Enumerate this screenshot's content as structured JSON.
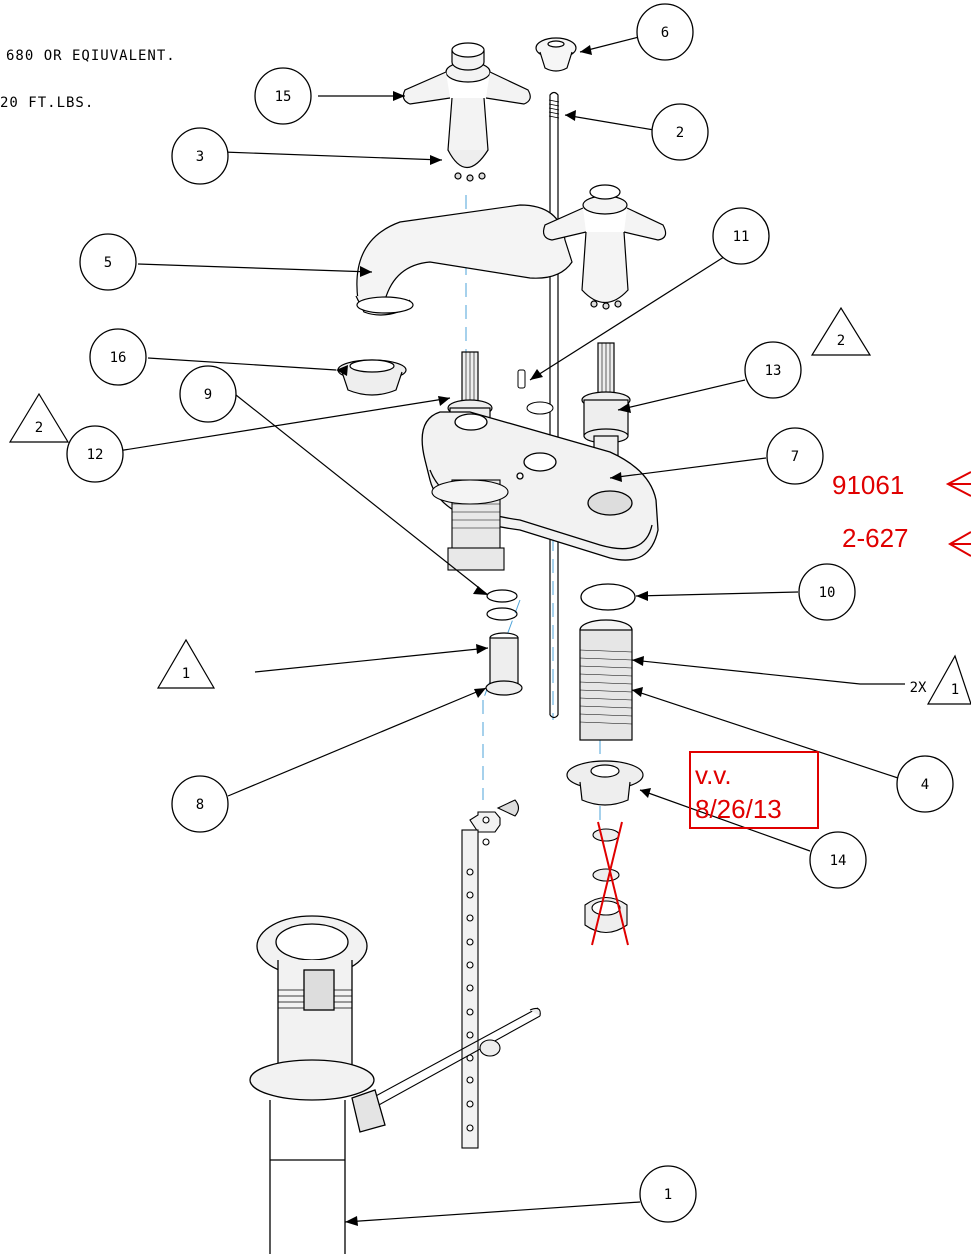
{
  "notes": {
    "line1": "680 OR EQIUVALENT.",
    "line2": "20 FT.LBS."
  },
  "balloons": {
    "b15": "15",
    "b6": "6",
    "b2": "2",
    "b3": "3",
    "b5": "5",
    "b11": "11",
    "b16": "16",
    "b13": "13",
    "b12": "12",
    "b7": "7",
    "b9": "9",
    "b10": "10",
    "b8": "8",
    "b4": "4",
    "b14": "14",
    "b1": "1"
  },
  "revision_triangles": {
    "t_right": "2",
    "t_left": "2",
    "t_mid": "1",
    "t_2x": "1",
    "qty_prefix": "2X"
  },
  "red_annotations": {
    "part_number": "91061",
    "oring_size": "2-627",
    "stamp_line1": "v.v.",
    "stamp_line2": "8/26/13",
    "color": "#e00000"
  }
}
